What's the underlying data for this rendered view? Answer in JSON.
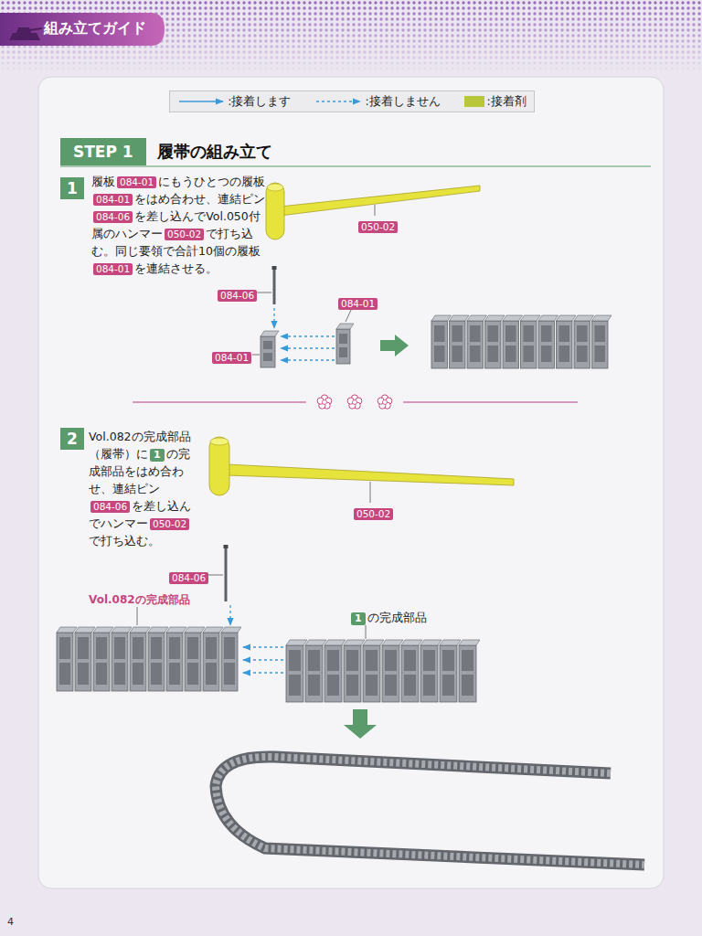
{
  "diagram": {
    "title": "組み立てガイド",
    "nodes": [
      {
        "text": [
          "STEP 1",
          "履帯の組み立て"
        ]
      },
      {
        "text": [
          "1"
        ]
      },
      {
        "text": [
          "2"
        ]
      }
    ],
    "labels": [
      "履板",
      "084-01",
      "にもうひとつの履板",
      "084-01",
      "をはめ合わせ、連結ピン",
      "084-06",
      "を差し込んでVol.050付属のハンマー",
      "050-02",
      "で打ち込む。同じ要領で合計10個の履板",
      "084-01",
      "を連結させる。",
      "050-02",
      "084-06",
      "084-01",
      "084-01",
      "Vol.082の完成部品（履帯）に",
      "1",
      "の完成部品をはめ合わせ、連結ピン",
      "084-06",
      "を差し込んでハンマー",
      "050-02",
      "で打ち込む。",
      "050-02",
      "084-06",
      "Vol.082の完成部品",
      "1",
      "の完成部品",
      "4"
    ],
    "legend": [
      {
        "text": ":接着します"
      },
      {
        "text": ":接着しません"
      },
      {
        "text": ":接着剤",
        "color": "#b8c63a"
      }
    ]
  }
}
